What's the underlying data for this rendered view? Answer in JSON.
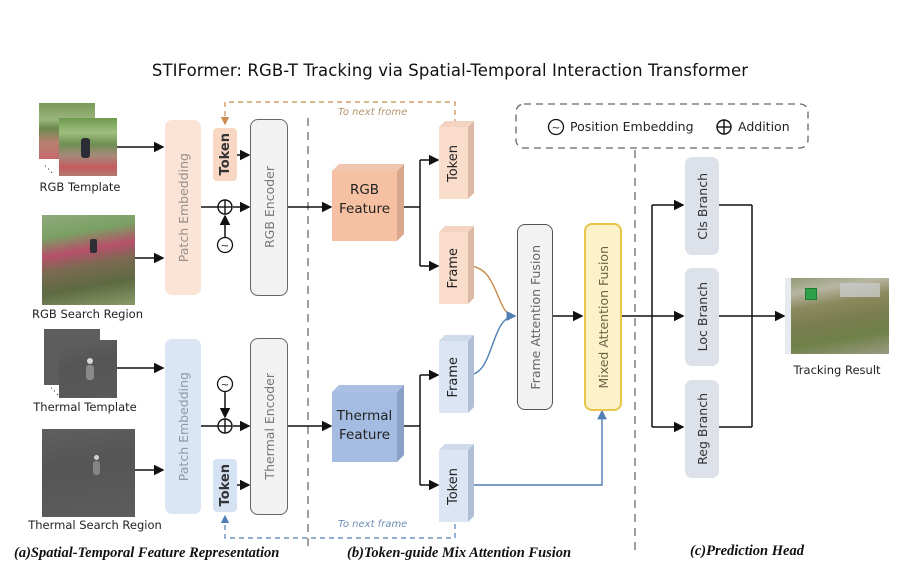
{
  "title": "STIFormer: RGB-T Tracking via Spatial-Temporal Interaction Transformer",
  "sections": {
    "a": "(a)Spatial-Temporal Feature Representation",
    "b": "(b)Token-guide Mix Attention Fusion",
    "c": "(c)Prediction Head"
  },
  "inputs": {
    "rgb_template": "RGB Template",
    "rgb_search": "RGB Search Region",
    "thermal_template": "Thermal Template",
    "thermal_search": "Thermal Search Region"
  },
  "blocks": {
    "patch_embedding_rgb": "Patch Embedding",
    "patch_embedding_thermal": "Patch Embedding",
    "token_rgb": "Token",
    "token_thermal": "Token",
    "rgb_encoder": "RGB Encoder",
    "thermal_encoder": "Thermal Encoder",
    "rgb_feature": [
      "RGB",
      "Feature"
    ],
    "thermal_feature": [
      "Thermal",
      "Feature"
    ],
    "rgb_token_out": "Token",
    "rgb_frame_out": "Frame",
    "thermal_frame_out": "Frame",
    "thermal_token_out": "Token",
    "frame_attention_fusion": "Frame Attention Fusion",
    "mixed_attention_fusion": "Mixed Attention Fusion",
    "cls_branch": "Cls Branch",
    "loc_branch": "Loc Branch",
    "reg_branch": "Reg Branch"
  },
  "feedback": {
    "rgb": "To next frome",
    "thermal": "To next frame"
  },
  "legend": {
    "position_embedding": "Position Embedding",
    "addition": "Addition"
  },
  "output": {
    "label": "Tracking Result"
  },
  "colors": {
    "rgb_accent": "#c98a4b",
    "thermal_accent": "#4f7fb5",
    "mixed_border": "#e7c64a"
  }
}
